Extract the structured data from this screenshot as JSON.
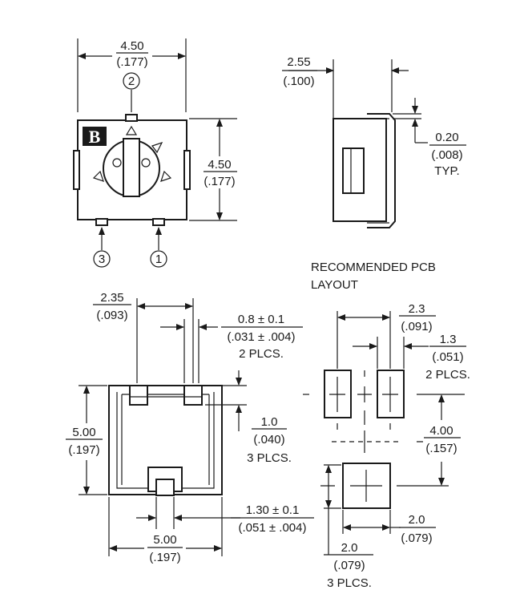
{
  "top_view": {
    "width_mm": "4.50",
    "width_in": "(.177)",
    "height_mm": "4.50",
    "height_in": "(.177)",
    "pin_top": "2",
    "pin_left": "3",
    "pin_right": "1",
    "logo": "B"
  },
  "side_view": {
    "depth_mm": "2.55",
    "depth_in": "(.100)",
    "offset_mm": "0.20",
    "offset_in": "(.008)",
    "offset_note": "TYP."
  },
  "bottom_view": {
    "pad_spacing_mm": "2.35",
    "pad_spacing_in": "(.093)",
    "pad_width": "0.8 ± 0.1",
    "pad_width_in": "(.031 ± .004)",
    "pad_width_note": "2 PLCS.",
    "height_mm": "5.00",
    "height_in": "(.197)",
    "pad_depth_mm": "1.0",
    "pad_depth_in": "(.040)",
    "pad_depth_note": "3 PLCS.",
    "center_pad": "1.30 ± 0.1",
    "center_pad_in": "(.051 ± .004)",
    "width_mm": "5.00",
    "width_in": "(.197)"
  },
  "pcb_layout": {
    "title_line1": "RECOMMENDED PCB",
    "title_line2": "LAYOUT",
    "pad_pitch_mm": "2.3",
    "pad_pitch_in": "(.091)",
    "pad_width_mm": "1.3",
    "pad_width_in": "(.051)",
    "pad_width_note": "2 PLCS.",
    "vertical_mm": "4.00",
    "vertical_in": "(.157)",
    "bottom_pad_mm": "2.0",
    "bottom_pad_in": "(.079)",
    "pad_size_mm": "2.0",
    "pad_size_in": "(.079)",
    "pad_size_note": "3 PLCS."
  }
}
